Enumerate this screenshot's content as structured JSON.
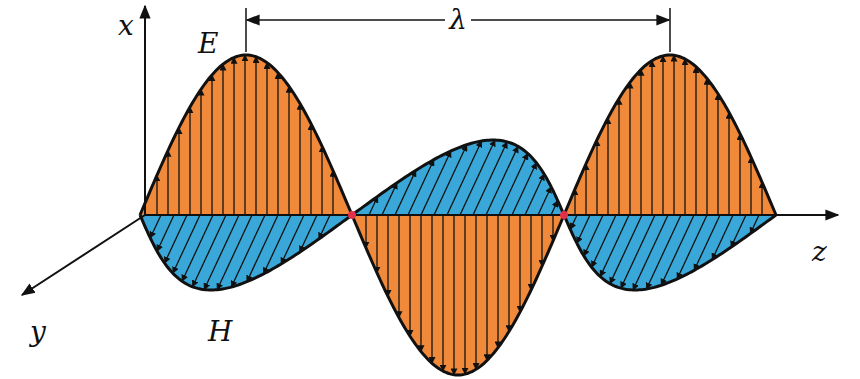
{
  "diagram": {
    "labels": [
      "x",
      "E",
      "λ",
      "y",
      "H",
      "z"
    ]
  }
}
